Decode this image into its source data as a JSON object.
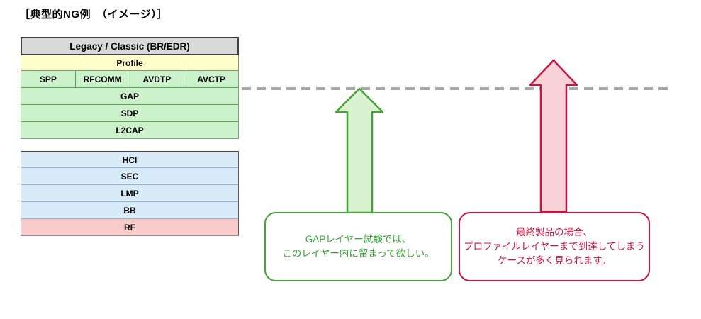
{
  "title": "［典型的NG例　（イメージ）］",
  "upper_stack": {
    "header": "Legacy / Classic (BR/EDR)",
    "profile_label": "Profile",
    "protocol_cells": [
      "SPP",
      "RFCOMM",
      "AVDTP",
      "AVCTP"
    ],
    "layer_rows": [
      "GAP",
      "SDP",
      "L2CAP"
    ]
  },
  "lower_stack": {
    "controller_rows": [
      "HCI",
      "SEC",
      "LMP",
      "BB"
    ],
    "rf_row": "RF"
  },
  "callouts": {
    "green": {
      "lines": [
        "GAPレイヤー試験では、",
        "このレイヤー内に留まって欲しい。"
      ]
    },
    "red": {
      "lines": [
        "最終製品の場合、",
        "プロファイルレイヤーまで到達してしまう",
        "ケースが多く見られます。"
      ]
    }
  },
  "colors": {
    "header_bg": "#D9D9D9",
    "profile_bg": "#FFFFCC",
    "host_layer_bg": "#CCF2CC",
    "controller_layer_bg": "#D7ECF8",
    "rf_layer_bg": "#F9CBCB",
    "green_accent": "#47A23A",
    "green_arrow_fill": "#D9F2D0",
    "red_accent": "#C81641",
    "red_arrow_fill": "#F9D2D7",
    "dashed_line": "#A8A8A8"
  }
}
